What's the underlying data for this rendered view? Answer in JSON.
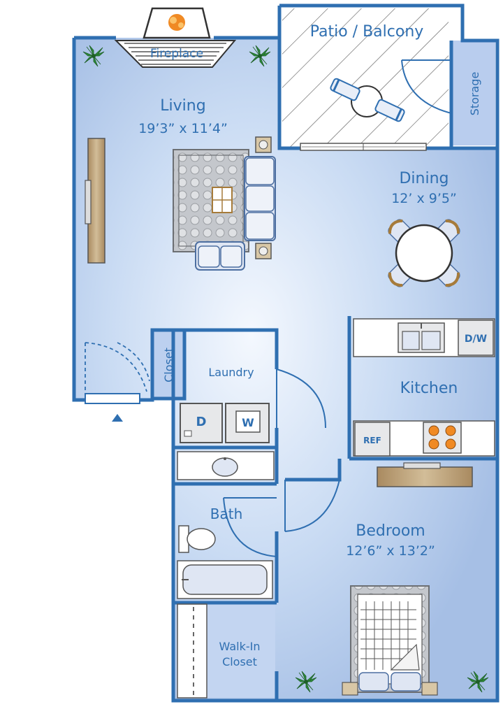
{
  "rooms": {
    "fireplace": {
      "name": "Fireplace"
    },
    "patio": {
      "name": "Patio / Balcony"
    },
    "storage": {
      "name": "Storage"
    },
    "living": {
      "name": "Living",
      "dims": "19’3” x 11’4”"
    },
    "dining": {
      "name": "Dining",
      "dims": "12’ x 9’5”"
    },
    "closet": {
      "name": "Closet"
    },
    "laundry": {
      "name": "Laundry"
    },
    "kitchen": {
      "name": "Kitchen"
    },
    "bath": {
      "name": "Bath"
    },
    "bedroom": {
      "name": "Bedroom",
      "dims": "12’6” x 13’2”"
    },
    "walkin": {
      "line1": "Walk-In",
      "line2": "Closet"
    }
  },
  "appliances": {
    "dryer": "D",
    "washer": "W",
    "dishwasher": "D/W",
    "refrigerator": "REF"
  },
  "colors": {
    "wall": "#2f6fb1",
    "floor_center": "#f2f6fd",
    "floor_edge": "#a9c2e6",
    "accent_orange": "#f08a24",
    "wood": "#b89a72"
  },
  "icons": [
    "plant-icon",
    "sofa-icon",
    "table-icon",
    "bed-icon",
    "sink-icon",
    "toilet-icon",
    "bathtub-icon",
    "stove-icon",
    "entry-arrow-icon"
  ]
}
